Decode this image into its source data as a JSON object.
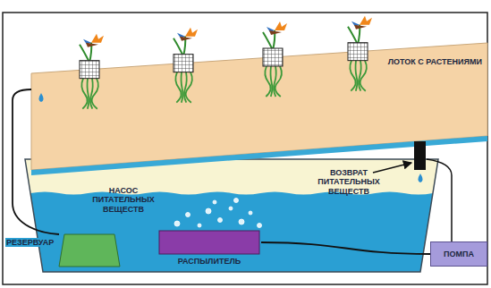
{
  "diagram": {
    "nodes": [
      {
        "text": [
          "ЛОТОК С РАСТЕНИЯМИ"
        ]
      },
      {
        "text": [
          "РЕЗЕРВУАР"
        ]
      },
      {
        "text": [
          "НАСОС ПИТАТЕЛЬНЫХ ВЕЩЕСТВ"
        ],
        "in": 1
      },
      {
        "text": [
          "РАСПЫЛИТЕЛЬ"
        ],
        "in": 1
      },
      {
        "text": [
          "ПОМПА"
        ]
      }
    ],
    "edges": [
      {
        "from": 2,
        "to": 0,
        "arrow": "none"
      },
      {
        "from": 3,
        "to": 4,
        "arrow": "none"
      }
    ],
    "labels": [
      "ВОЗВРАТ ПИТАТЕЛЬНЫХ ВЕЩЕСТВ"
    ]
  }
}
